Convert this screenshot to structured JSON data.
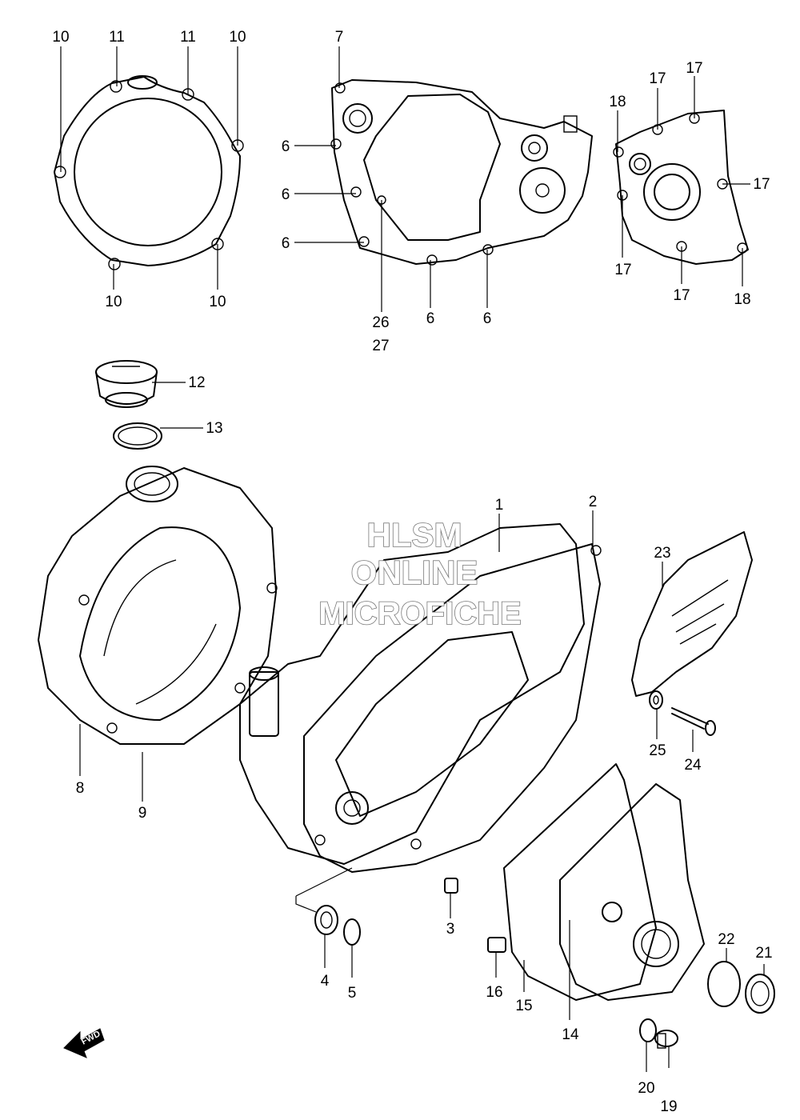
{
  "watermark": {
    "line1": "HLSM",
    "line2": "ONLINE",
    "line3": "MICROFICHE"
  },
  "fwd_label": "FWD",
  "colors": {
    "ink": "#000000",
    "background": "#ffffff",
    "watermark": "#777777"
  },
  "callouts": {
    "c1": "1",
    "c2": "2",
    "c3": "3",
    "c4": "4",
    "c5": "5",
    "c6": "6",
    "c7": "7",
    "c8": "8",
    "c9": "9",
    "c10": "10",
    "c11": "11",
    "c12": "12",
    "c13": "13",
    "c14": "14",
    "c15": "15",
    "c16": "16",
    "c17": "17",
    "c18": "18",
    "c19": "19",
    "c20": "20",
    "c21": "21",
    "c22": "22",
    "c23": "23",
    "c24": "24",
    "c25": "25",
    "c26": "26",
    "c27": "27"
  }
}
